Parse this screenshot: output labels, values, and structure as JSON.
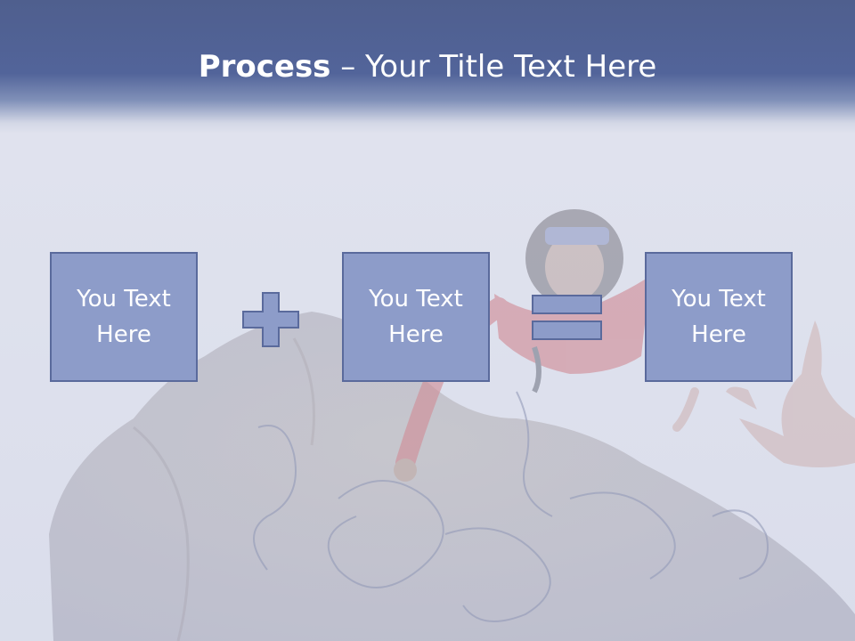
{
  "slide": {
    "title_bold": "Process",
    "title_rest": " – Your Title Text Here",
    "boxes": [
      {
        "text": "You Text\nHere"
      },
      {
        "text": "You Text\nHere"
      },
      {
        "text": "You Text\nHere"
      }
    ],
    "operators": [
      "plus-icon",
      "equals-icon"
    ],
    "colors": {
      "title_band": "#52649a",
      "box_fill": "#8d9cc9",
      "box_border": "#5a6a9c",
      "operator_fill": "#8d9cc9",
      "text": "#ffffff"
    }
  }
}
